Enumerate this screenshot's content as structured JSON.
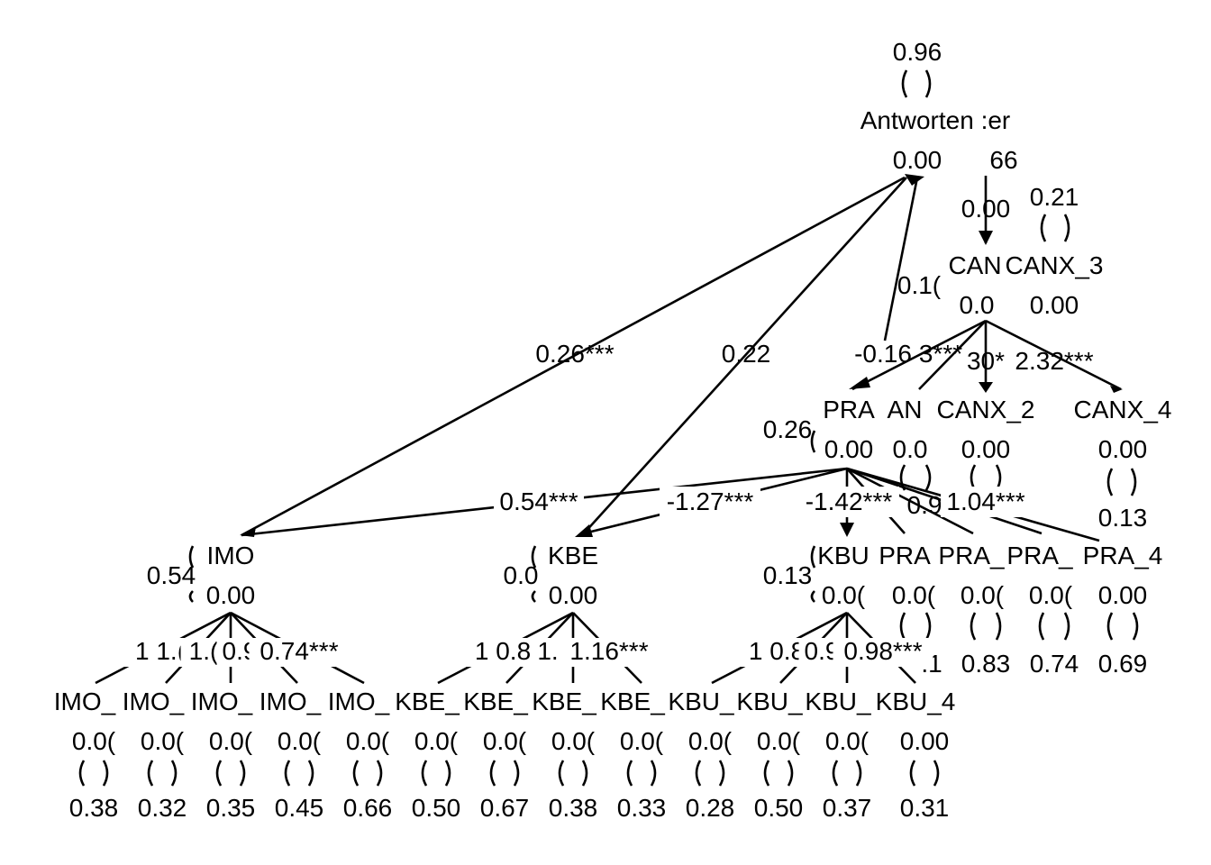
{
  "nodes": {
    "antworten": {
      "name": "Antworten :er",
      "intercept": "0.00",
      "variance": "0.96"
    },
    "canx1": {
      "name": "CAN",
      "intercept": "0.0"
    },
    "canx3": {
      "name": "CANX_3",
      "intercept": "0.00",
      "variance": "0.21"
    },
    "pra": {
      "name": "PRA",
      "intercept": "0.00",
      "variance": "0.26"
    },
    "anx": {
      "name": "AN",
      "intercept": "0.0"
    },
    "canx2": {
      "name": "CANX_2",
      "intercept": "0.00"
    },
    "canx4": {
      "name": "CANX_4",
      "intercept": "0.00",
      "variance": "0.13"
    },
    "imo": {
      "name": "IMO",
      "intercept": "0.00",
      "variance": "0.54"
    },
    "kbe": {
      "name": "KBE",
      "intercept": "0.00",
      "variance": "0.0"
    },
    "kbu": {
      "name": "KBU",
      "intercept": "0.0(",
      "variance": "0.13"
    },
    "pra1": {
      "name": "PRA",
      "intercept": "0.0(",
      "variance": ".1"
    },
    "pra2": {
      "name": "PRA_",
      "intercept": "0.0(",
      "variance": "0.83"
    },
    "pra3": {
      "name": "PRA_",
      "intercept": "0.0(",
      "variance": "0.74"
    },
    "pra4": {
      "name": "PRA_4",
      "intercept": "0.00",
      "variance": "0.69"
    }
  },
  "indicators": [
    {
      "name": "IMO_",
      "intercept": "0.0(",
      "variance": "0.38"
    },
    {
      "name": "IMO_",
      "intercept": "0.0(",
      "variance": "0.32"
    },
    {
      "name": "IMO_",
      "intercept": "0.0(",
      "variance": "0.35"
    },
    {
      "name": "IMO_",
      "intercept": "0.0(",
      "variance": "0.45"
    },
    {
      "name": "IMO_",
      "intercept": "0.0(",
      "variance": "0.66"
    },
    {
      "name": "KBE_",
      "intercept": "0.0(",
      "variance": "0.50"
    },
    {
      "name": "KBE_",
      "intercept": "0.0(",
      "variance": "0.67"
    },
    {
      "name": "KBE_",
      "intercept": "0.0(",
      "variance": "0.38"
    },
    {
      "name": "KBE_",
      "intercept": "0.0(",
      "variance": "0.33"
    },
    {
      "name": "KBU_",
      "intercept": "0.0(",
      "variance": "0.28"
    },
    {
      "name": "KBU_",
      "intercept": "0.0(",
      "variance": "0.50"
    },
    {
      "name": "KBU_",
      "intercept": "0.0(",
      "variance": "0.37"
    },
    {
      "name": "KBU_4",
      "intercept": "0.00",
      "variance": "0.31"
    }
  ],
  "paths": {
    "imo_to_antworten": "0.26***",
    "kbe_to_antworten": "0.22",
    "pra_to_antworten": "-0.16",
    "canx_to_antworten": "0.1(",
    "pra_to_imo": "0.54***",
    "pra_to_kbe": "-1.27***",
    "pra_to_kbu": "-1.42***",
    "pra_load_partial": "0.9",
    "pra_load_4": "1.04***",
    "canx_load_a": "3***",
    "canx_load_b": "30*",
    "canx_load_4": "2.32***",
    "canx_cov": "66",
    "canx_cov_int": "0.00"
  },
  "loadings": {
    "imo": [
      "1 1.(",
      "1.(",
      "0.9",
      "0.74***"
    ],
    "kbe": [
      "1 0.8",
      "1.",
      "1.16***"
    ],
    "kbu": [
      "1 0.8",
      "0.9",
      "0.98***"
    ]
  }
}
